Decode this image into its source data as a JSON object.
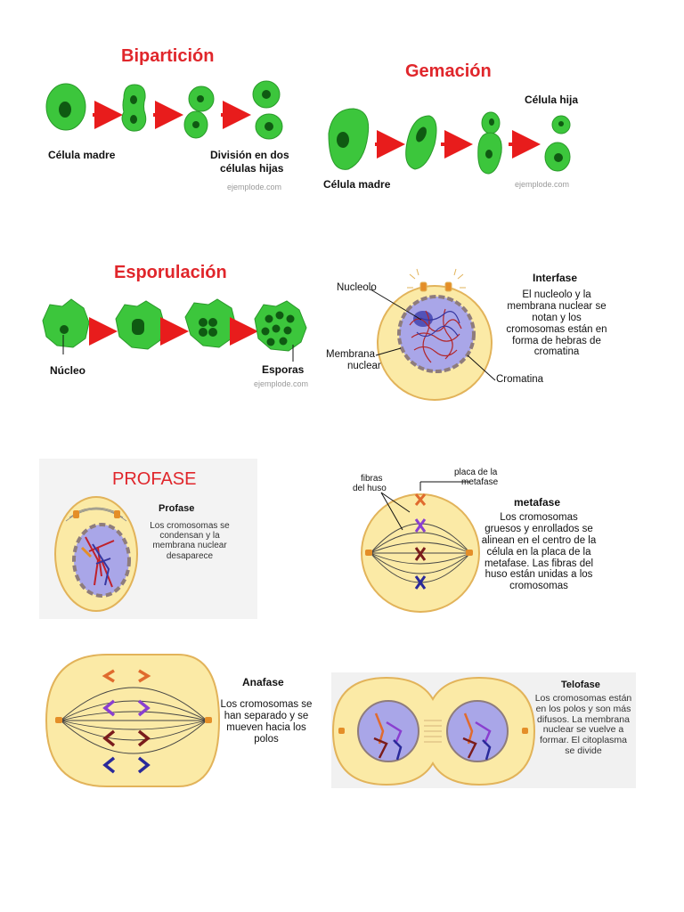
{
  "biparticion": {
    "title": "Bipartición",
    "label_left": "Célula madre",
    "label_right_1": "División en dos",
    "label_right_2": "células hijas",
    "watermark": "ejemplode.com"
  },
  "gemacion": {
    "title": "Gemación",
    "label_top": "Célula hija",
    "label_left": "Célula madre",
    "watermark": "ejemplode.com"
  },
  "esporulacion": {
    "title": "Esporulación",
    "label_left": "Núcleo",
    "label_right": "Esporas",
    "watermark": "ejemplode.com"
  },
  "interfase": {
    "title": "Interfase",
    "label_nucleolo": "Nucleolo",
    "label_membrana_1": "Membrana",
    "label_membrana_2": "nuclear",
    "label_cromatina": "Cromatina",
    "description": "El nucleolo y la membrana nuclear se notan y los cromosomas están en forma de hebras de cromatina"
  },
  "profase": {
    "banner": "PROFASE",
    "title": "Profase",
    "description": "Los cromosomas se condensan y la membrana nuclear desaparece"
  },
  "metafase": {
    "title": "metafase",
    "label_fibras_1": "fibras",
    "label_fibras_2": "del huso",
    "label_placa_1": "placa de la",
    "label_placa_2": "metafase",
    "description": "Los cromosomas gruesos y enrollados se alinean en el centro de la célula en la placa de la metafase. Las fibras del huso están unidas a los cromosomas"
  },
  "anafase": {
    "title": "Anafase",
    "description": "Los cromosomas se han separado y se mueven hacia los polos"
  },
  "telofase": {
    "title": "Telofase",
    "description": "Los cromosomas están en los polos y son más difusos. La membrana nuclear se vuelve a formar. El citoplasma se divide"
  },
  "colors": {
    "cell_green": "#3cc63c",
    "cell_green_dark": "#2a9a2a",
    "nucleus": "#0f5a12",
    "arrow_red": "#e81c1c",
    "title_red": "#e0262b",
    "cytoplasm": "#fbeaa6",
    "cell_border": "#e2b35a",
    "nucleus_purple": "#a9a6e8"
  }
}
